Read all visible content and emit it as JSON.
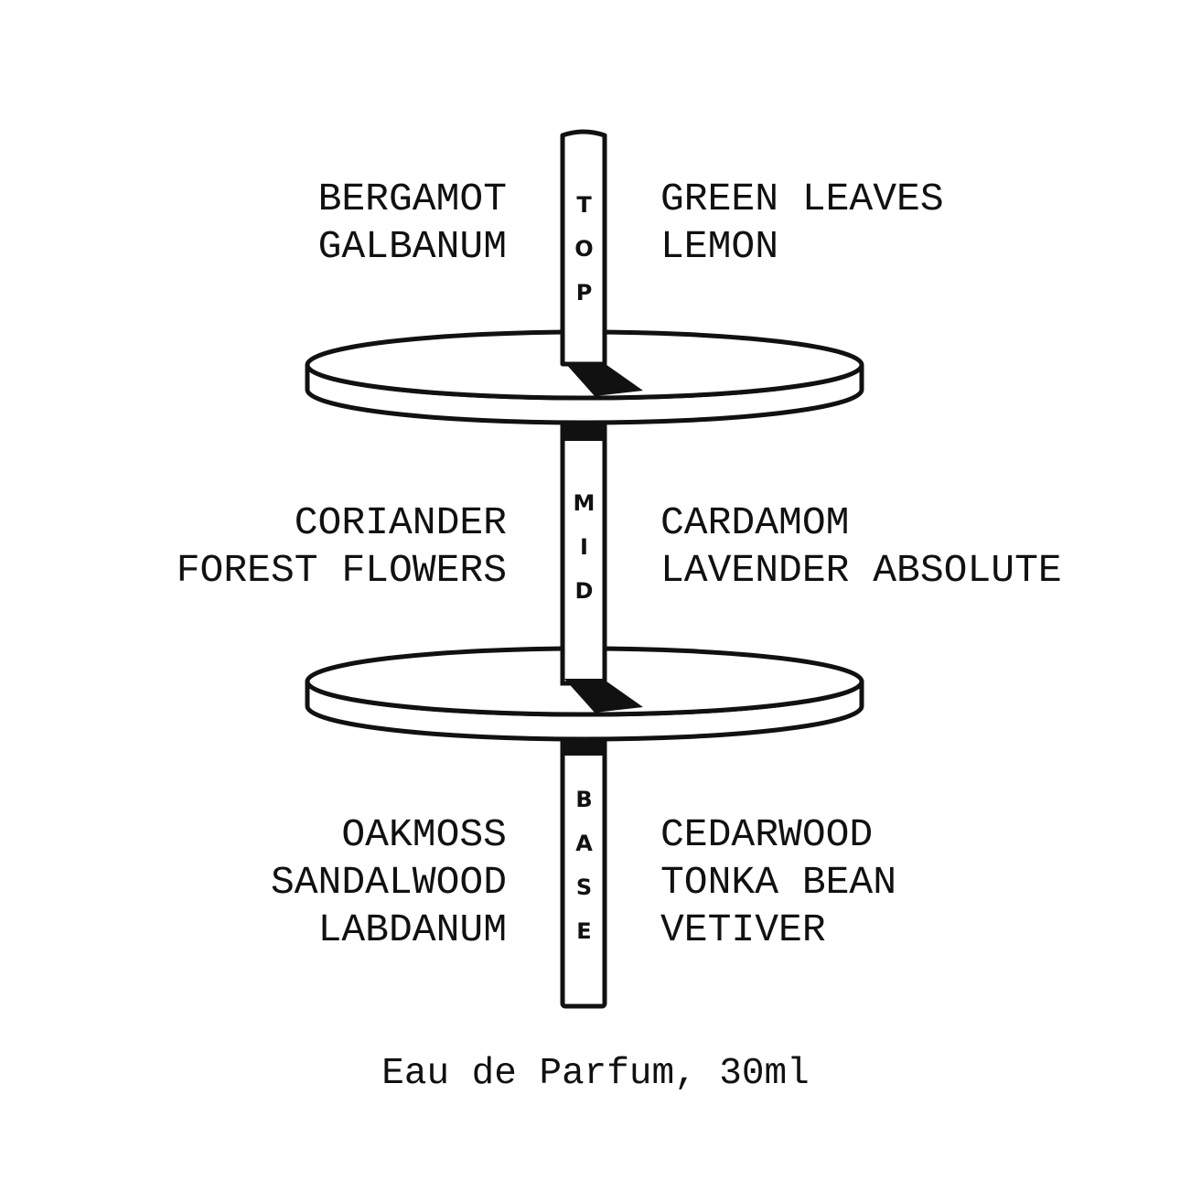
{
  "tiers": [
    {
      "id": "top",
      "label": "TOP",
      "left_notes": [
        "BERGAMOT",
        "GALBANUM"
      ],
      "right_notes": [
        "GREEN LEAVES",
        "LEMON"
      ]
    },
    {
      "id": "mid",
      "label": "MID",
      "left_notes": [
        "CORIANDER",
        "FOREST FLOWERS"
      ],
      "right_notes": [
        "CARDAMOM",
        "LAVENDER ABSOLUTE"
      ]
    },
    {
      "id": "base",
      "label": "BASE",
      "left_notes": [
        "OAKMOSS",
        "SANDALWOOD",
        "LABDANUM"
      ],
      "right_notes": [
        "CEDARWOOD",
        "TONKA BEAN",
        "VETIVER"
      ]
    }
  ],
  "footer": "Eau de Parfum, 30ml",
  "colors": {
    "ink": "#111111",
    "background": "#ffffff"
  }
}
